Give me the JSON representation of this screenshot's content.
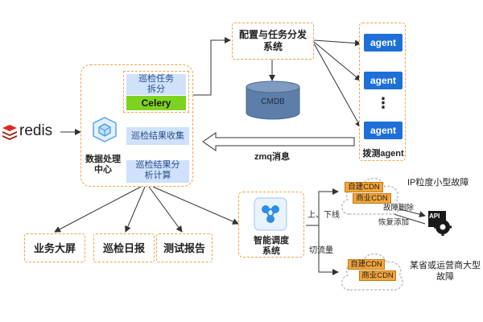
{
  "redis": {
    "label": "redis"
  },
  "data_center": {
    "task_split": "巡检任务\n拆分",
    "celery": "Celery",
    "collect": "巡检结果收集",
    "compute": "巡检结果分\n析计算",
    "label": "数据处理\n中心"
  },
  "config_system": {
    "label": "配置与任务分发\n系统"
  },
  "cmdb": {
    "label": "CMDB"
  },
  "agents": {
    "items": [
      "agent",
      "agent",
      "agent"
    ],
    "dots": "⋮",
    "label": "拨测agent"
  },
  "zmq": {
    "label": "zmq消息"
  },
  "outputs": {
    "items": [
      "业务大屏",
      "巡检日报",
      "测试报告"
    ]
  },
  "scheduler": {
    "label": "智能调度\n系统"
  },
  "flows": {
    "up_down": "上、下线",
    "switch": "切流量",
    "fault_remove": "故障删除",
    "restore": "恢复添加"
  },
  "cdn_top": {
    "self": "自建CDN",
    "commercial": "商业CDN",
    "caption": "IP粒度小型故障"
  },
  "cdn_bottom": {
    "self": "自建CDN",
    "commercial": "商业CDN",
    "caption": "某省或运营商大型\n故障"
  },
  "api": {
    "label": "API"
  },
  "colors": {
    "accent_orange": "#f0a24a",
    "agent_blue": "#1f6fd8",
    "light_blue": "#cfe1fb",
    "green": "#7ed321",
    "redis_red": "#d82c20"
  }
}
